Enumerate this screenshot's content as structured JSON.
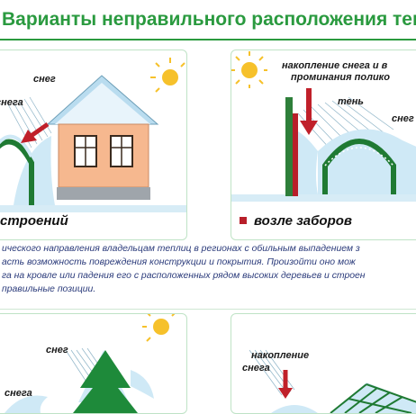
{
  "title": "Варианты неправильного расположения теплиц",
  "panel_left": {
    "snow_label_top": "снег",
    "snow_label_left": "снега",
    "caption": "строений"
  },
  "panel_right": {
    "accumulation_label_line1": "накопление снега и в",
    "accumulation_label_line2": "проминания полико",
    "shade_label": "тень",
    "snow_label": "снег",
    "caption": "возле заборов"
  },
  "description": [
    "ического направления владельцам теплиц в регионах с обильным выпадением з",
    "асть возможность повреждения конструкции и покрытия. Произойти оно мож",
    "га на кровле или падения его с расположенных рядом высоких деревьев и строен",
    "правильные позиции."
  ],
  "panel_bottom_left": {
    "snow_label_top": "снег",
    "snow_label_left": "снега"
  },
  "panel_bottom_right": {
    "accumulation_line1": "накопление",
    "accumulation_line2": "снега"
  },
  "colors": {
    "title": "#2a9a3f",
    "greenhouse_frame": "#1f7a33",
    "snow": "#c8e8f7",
    "house_wall": "#f6b88f",
    "roof": "#b9dcef",
    "arrow": "#c0202a",
    "sun": "#f6c12b",
    "tree": "#1e8a3a",
    "text_blue": "#2a3a7a"
  }
}
